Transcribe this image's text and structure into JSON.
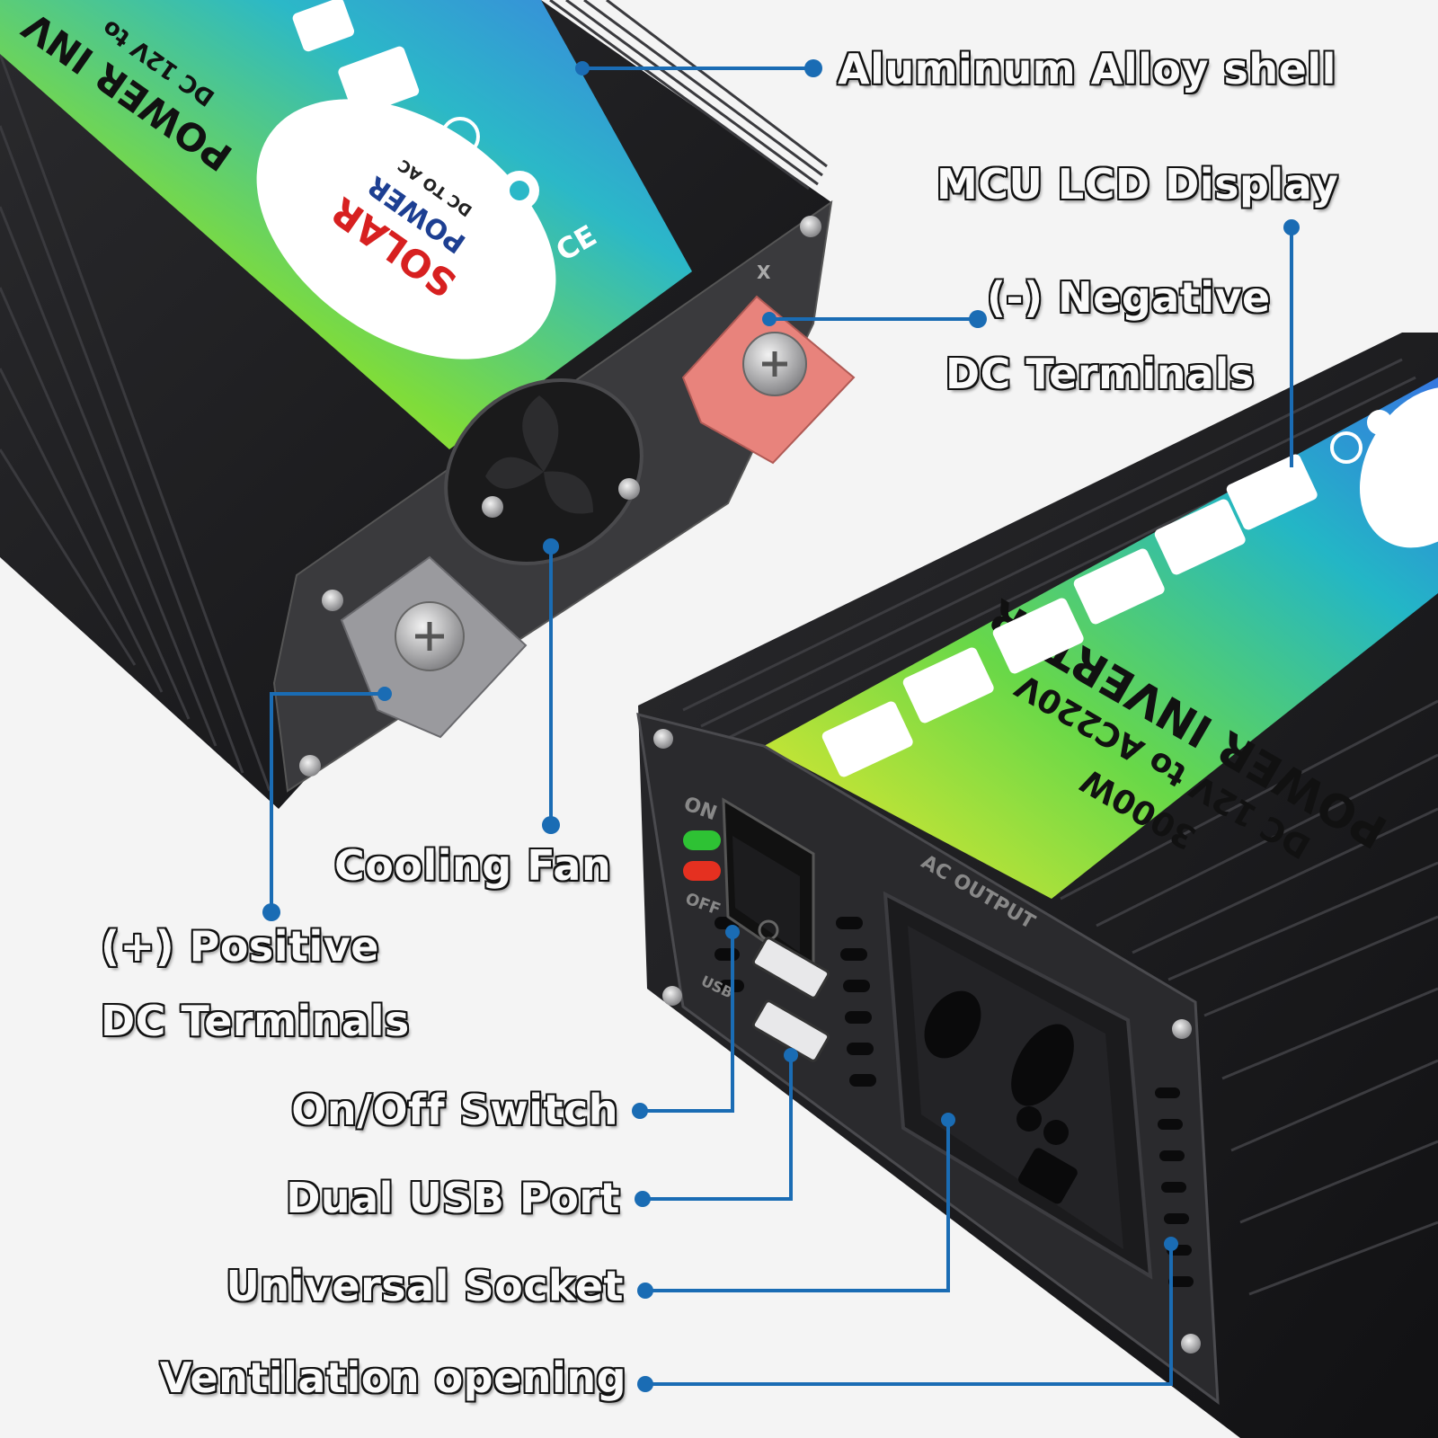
{
  "colors": {
    "leader_line": "#1a6cb4",
    "shell": "#1d1d1f",
    "negative_terminal": "#e8837c",
    "positive_terminal": "#8e8e92",
    "led_on": "#2ec234",
    "led_off": "#e53020",
    "label_text": "#fafafa",
    "label_outline": "#111111"
  },
  "callouts": {
    "aluminum_shell": "Aluminum Alloy shell",
    "mcu_display": "MCU LCD Display",
    "negative_line1": "(-) Negative",
    "negative_line2": "DC Terminals",
    "cooling_fan": "Cooling Fan",
    "positive_line1": "(+) Positive",
    "positive_line2": "DC Terminals",
    "on_off_switch": "On/Off Switch",
    "dual_usb": "Dual USB Port",
    "universal_socket": "Universal Socket",
    "ventilation": "Ventilation opening"
  },
  "product_label": {
    "brand_line1": "SOLAR",
    "brand_line2": "POWER",
    "brand_sub": "DC TO AC",
    "title": "POWER INVERTER",
    "spec_line": "DC 12V to AC220V",
    "rating": "3000W",
    "top_title": "POWER INV",
    "top_spec": "DC 12V to"
  },
  "panel": {
    "switch_on": "ON",
    "switch_off": "OFF",
    "usb": "USB",
    "ac_output": "AC OUTPUT",
    "top_terminal_mark": "X"
  },
  "icons": {
    "recycle": "recycle-icon",
    "cycle": "cycle-arrows-icon",
    "ce": "ce-mark-icon"
  }
}
